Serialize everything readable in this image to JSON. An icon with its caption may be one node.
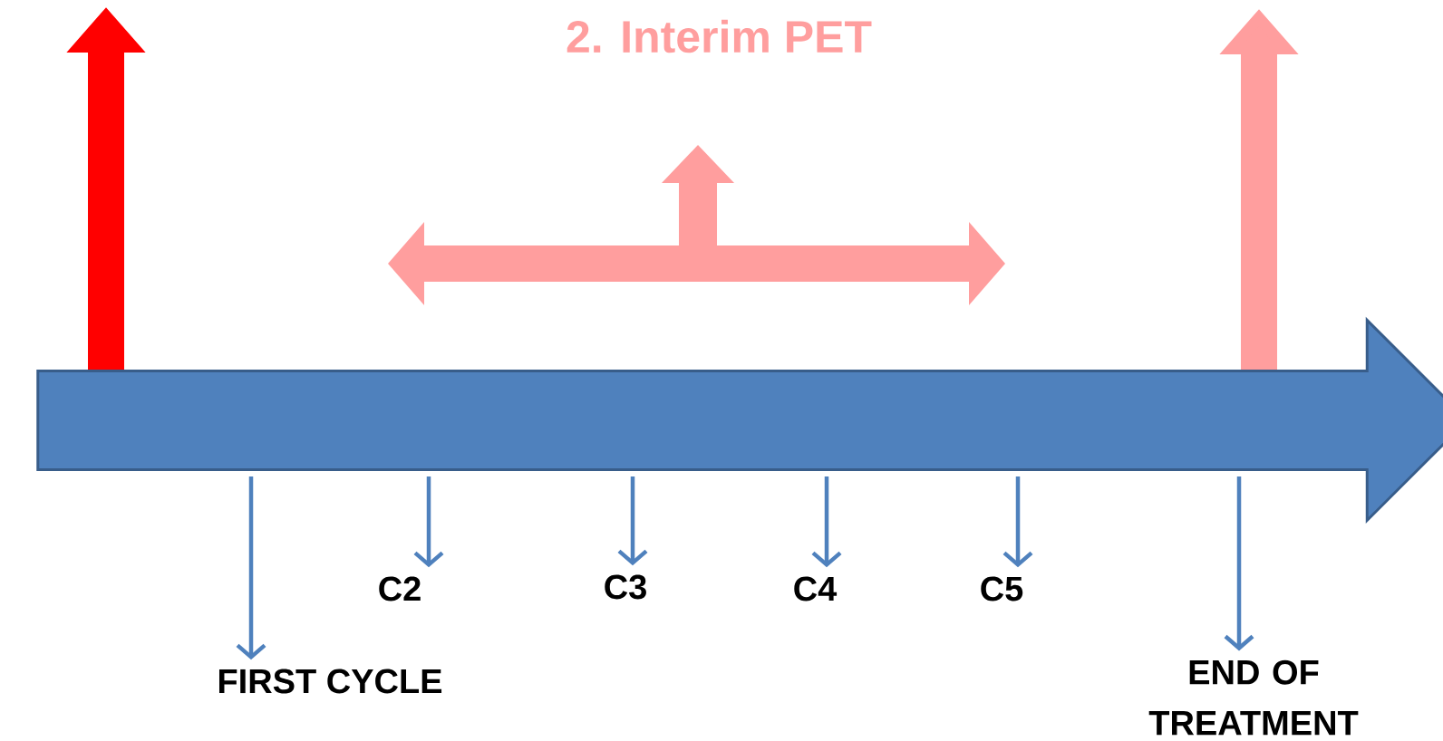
{
  "diagram": {
    "title": "2. Interim PET",
    "nodes": [
      {
        "text": [],
        "shape": "arrow"
      },
      {
        "text": [
          "C2"
        ]
      },
      {
        "text": [
          "C3"
        ]
      },
      {
        "text": [
          "C4"
        ]
      },
      {
        "text": [
          "C5"
        ]
      },
      {
        "text": [
          "FIRST CYCLE"
        ]
      },
      {
        "text": [
          "END OF TREATMENT"
        ]
      }
    ],
    "edges": [
      {
        "from": 0,
        "to": null,
        "arrow": "to",
        "style": "thick",
        "color": "#ff0000"
      },
      {
        "from": 0,
        "to": null,
        "arrow": "to",
        "style": "thick",
        "color": "#ff9e9e"
      },
      {
        "from": 0,
        "to": 5,
        "arrow": "to"
      },
      {
        "from": 0,
        "to": 1,
        "arrow": "to"
      },
      {
        "from": 0,
        "to": 2,
        "arrow": "to"
      },
      {
        "from": 0,
        "to": 3,
        "arrow": "to"
      },
      {
        "from": 0,
        "to": 4,
        "arrow": "to"
      },
      {
        "from": 0,
        "to": 6,
        "arrow": "to"
      }
    ]
  }
}
